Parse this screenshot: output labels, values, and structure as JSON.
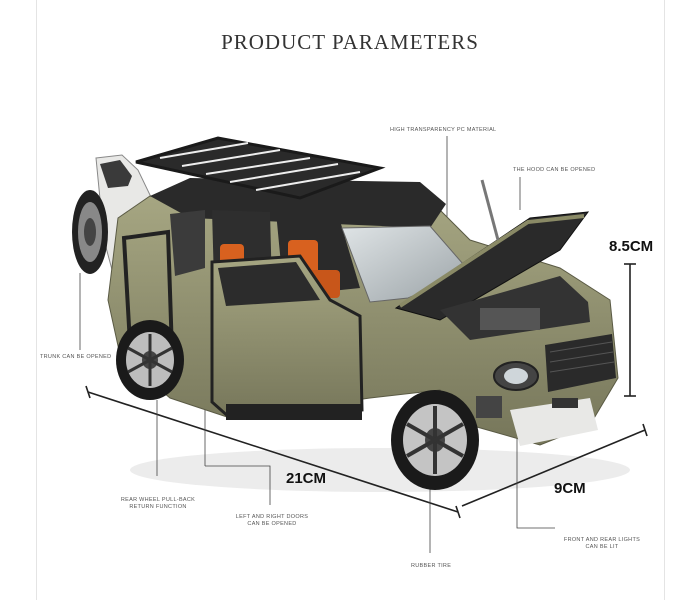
{
  "title": "PRODUCT PARAMETERS",
  "labels": {
    "pc_material": "HIGH TRANSPARENCY PC MATERIAL",
    "hood": "THE HOOD CAN BE OPENED",
    "trunk": "TRUNK CAN BE OPENED",
    "pullback_line1": "REAR WHEEL PULL-BACK",
    "pullback_line2": "RETURN FUNCTION",
    "doors_line1": "LEFT AND RIGHT DOORS",
    "doors_line2": "CAN BE OPENED",
    "tire": "RUBBER TIRE",
    "lights_line1": "FRONT AND REAR LIGHTS",
    "lights_line2": "CAN BE LIT"
  },
  "dimensions": {
    "height": "8.5CM",
    "length": "21CM",
    "width": "9CM"
  },
  "colors": {
    "body": "#8a8a66",
    "roof": "#2a2a2a",
    "interior": "#d8611f"
  }
}
